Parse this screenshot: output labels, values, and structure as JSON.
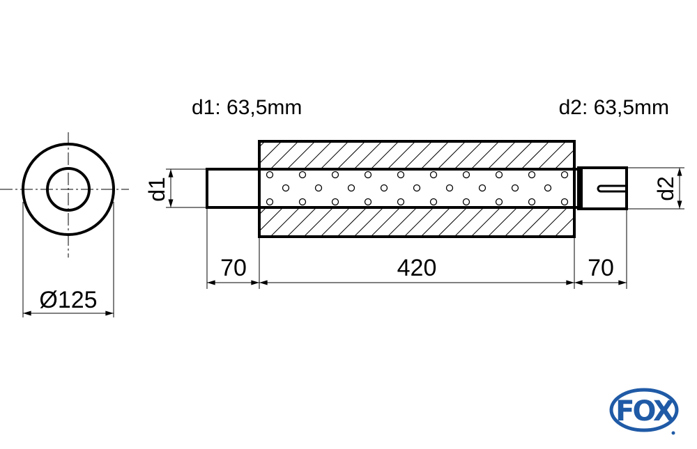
{
  "labels": {
    "d1_title": "d1: 63,5mm",
    "d2_title": "d2: 63,5mm",
    "d1": "d1",
    "d2": "d2",
    "diameter": "Ø125",
    "len_inlet": "70",
    "len_body": "420",
    "len_outlet": "70"
  },
  "logo": {
    "text": "FOX",
    "mark": "®",
    "color": "#1f5aa6"
  }
}
